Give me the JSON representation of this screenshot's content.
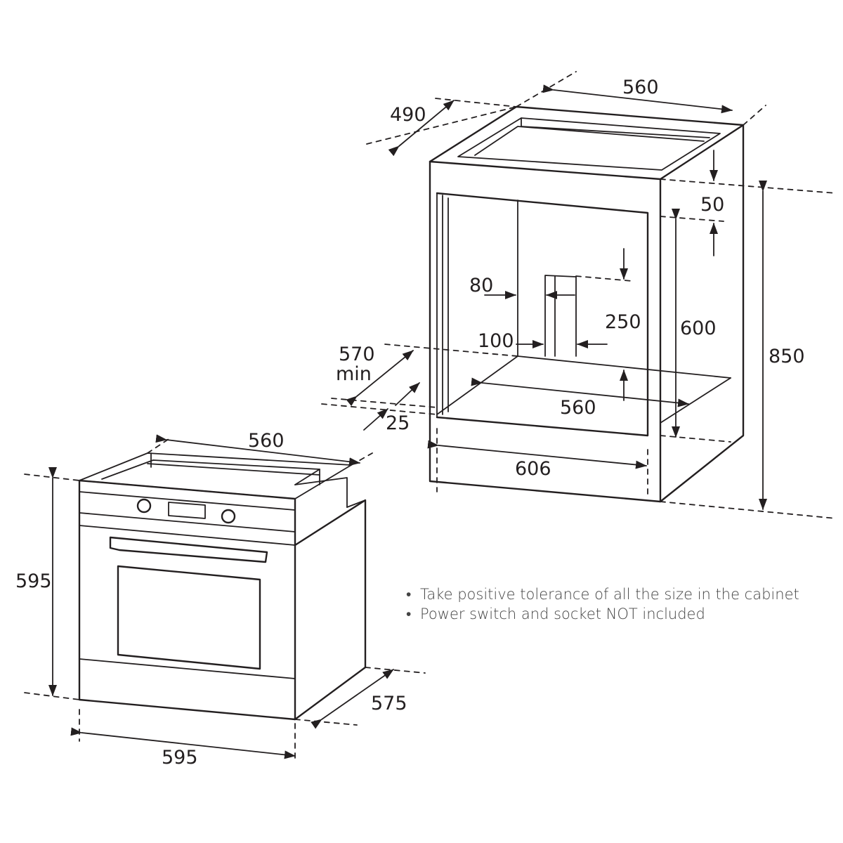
{
  "dimensions": {
    "cabinet": {
      "top_width": "560",
      "top_depth": "490",
      "top_gap": "50",
      "height_total": "850",
      "opening_height": "600",
      "vent_offset": "80",
      "vent_height": "250",
      "vent_width": "100",
      "depth_min_value": "570",
      "depth_min_label": "min",
      "front_gap": "25",
      "inner_width": "560",
      "outer_width": "606"
    },
    "oven": {
      "top_width": "560",
      "height": "595",
      "width": "595",
      "depth": "575"
    }
  },
  "notes": [
    "Take positive tolerance of all the size in the cabinet",
    "Power switch and socket NOT included"
  ],
  "bullet": "•"
}
